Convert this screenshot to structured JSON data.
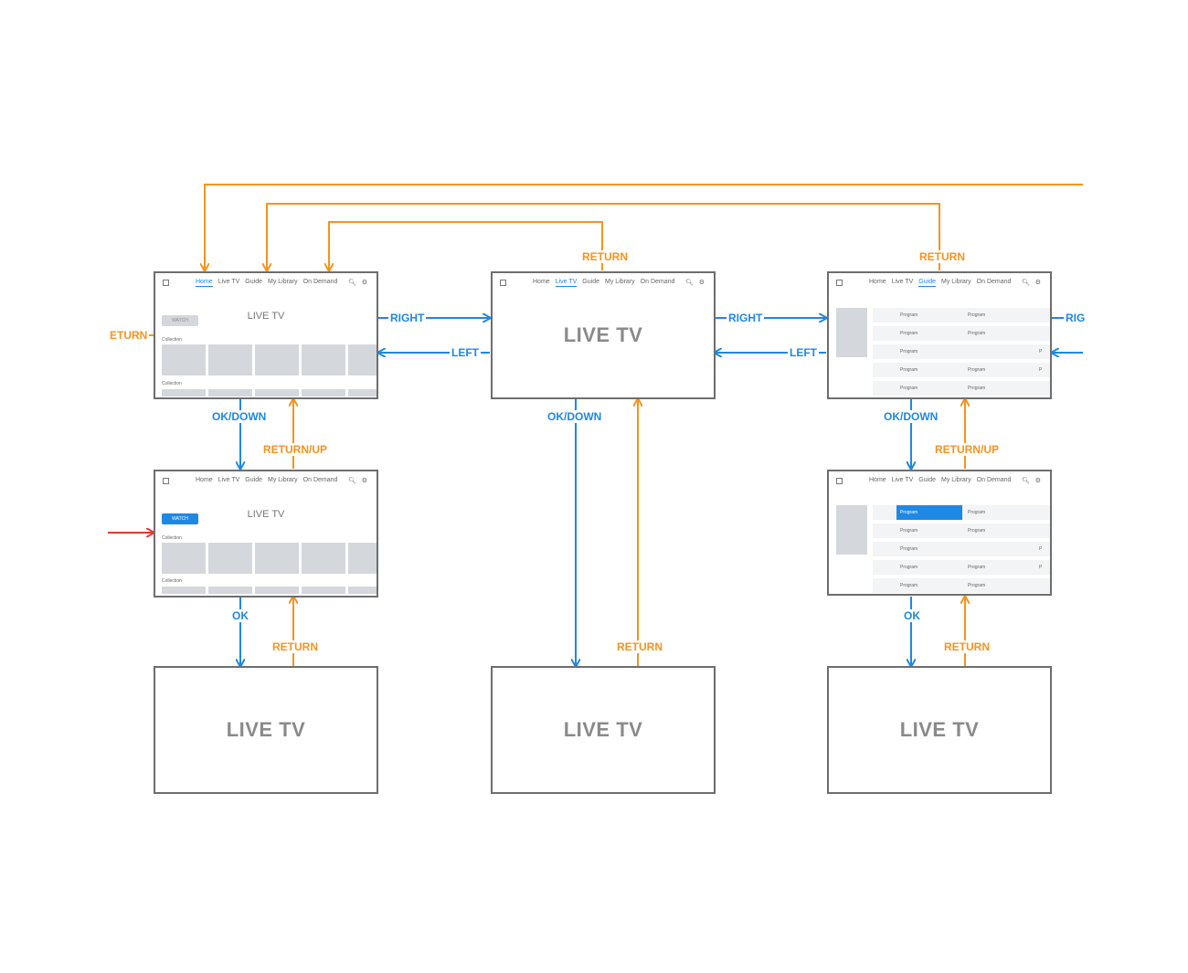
{
  "nav": {
    "items": [
      "Home",
      "Live TV",
      "Guide",
      "My Library",
      "On Demand"
    ],
    "search_icon": "search-icon",
    "settings_icon": "gear-icon",
    "logo_icon": "logo-icon"
  },
  "screens": {
    "home_top": {
      "title": "LIVE TV",
      "watch": "WATCH",
      "collection1": "Collection",
      "collection2": "Collection",
      "active_tab": "Home"
    },
    "livetv_top": {
      "title": "LIVE TV",
      "active_tab": "Live TV"
    },
    "guide_top": {
      "title": "",
      "active_tab": "Guide",
      "rows": [
        [
          "Program",
          "Program",
          ""
        ],
        [
          "Program",
          "Program",
          ""
        ],
        [
          "Program",
          "",
          "P"
        ],
        [
          "Program",
          "Program",
          "P"
        ],
        [
          "Program",
          "Program",
          ""
        ]
      ]
    },
    "home_mid": {
      "title": "LIVE TV",
      "watch": "WATCH",
      "collection1": "Collection",
      "collection2": "Collection"
    },
    "guide_mid": {
      "rows": [
        [
          "Program",
          "Program",
          ""
        ],
        [
          "Program",
          "Program",
          ""
        ],
        [
          "Program",
          "",
          "P"
        ],
        [
          "Program",
          "Program",
          "P"
        ],
        [
          "Program",
          "Program",
          ""
        ]
      ]
    },
    "bottom_left": {
      "title": "LIVE TV"
    },
    "bottom_center": {
      "title": "LIVE TV"
    },
    "bottom_right": {
      "title": "LIVE TV"
    }
  },
  "labels": {
    "return_left": "ETURN",
    "right1": "RIGHT",
    "left1": "LEFT",
    "right2": "RIGHT",
    "left2": "LEFT",
    "right3": "RIG",
    "return_center_top": "RETURN",
    "return_right_top": "RETURN",
    "ok_down_left": "OK/DOWN",
    "return_up_left": "RETURN/UP",
    "ok_down_center": "OK/DOWN",
    "ok_down_right": "OK/DOWN",
    "return_up_right": "RETURN/UP",
    "ok_left": "OK",
    "return_left_bottom": "RETURN",
    "return_center_bottom": "RETURN",
    "ok_right": "OK",
    "return_right_bottom": "RETURN"
  },
  "colors": {
    "blue": "#1e88e5",
    "orange": "#f7931e",
    "red": "#e53935",
    "frame": "#6e6e6e"
  }
}
